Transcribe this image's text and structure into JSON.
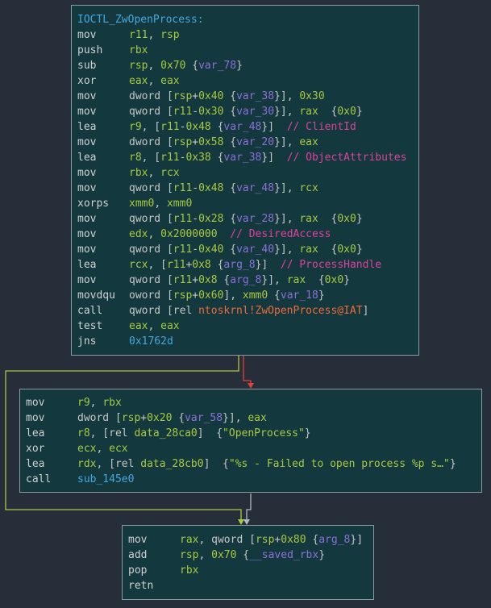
{
  "colors": {
    "background": "#262e3a",
    "block_fill": "#13393f",
    "block_border": "#8c9aa2",
    "edge_true": "#a9c941",
    "edge_false": "#e0403a",
    "edge_unconditional": "#b0b8bf"
  },
  "blocks": [
    {
      "id": "entry",
      "label": "IOCTL_ZwOpenProcess:",
      "lines": [
        {
          "m": "mov",
          "ops": [
            [
              "reg",
              "r11"
            ],
            [
              "kw",
              ", "
            ],
            [
              "reg",
              "rsp"
            ]
          ]
        },
        {
          "m": "push",
          "ops": [
            [
              "reg",
              "rbx"
            ]
          ]
        },
        {
          "m": "sub",
          "ops": [
            [
              "reg",
              "rsp"
            ],
            [
              "kw",
              ", "
            ],
            [
              "num",
              "0x70"
            ],
            [
              "kw",
              " "
            ],
            [
              "brace",
              "{"
            ],
            [
              "var",
              "var_78"
            ],
            [
              "brace",
              "}"
            ]
          ]
        },
        {
          "m": "xor",
          "ops": [
            [
              "reg",
              "eax"
            ],
            [
              "kw",
              ", "
            ],
            [
              "reg",
              "eax"
            ]
          ]
        },
        {
          "m": "mov",
          "ops": [
            [
              "kw",
              "dword ["
            ],
            [
              "reg",
              "rsp"
            ],
            [
              "kw",
              "+"
            ],
            [
              "num",
              "0x40"
            ],
            [
              "kw",
              " "
            ],
            [
              "brace",
              "{"
            ],
            [
              "var",
              "var_38"
            ],
            [
              "brace",
              "}"
            ],
            [
              "kw",
              "], "
            ],
            [
              "num",
              "0x30"
            ]
          ]
        },
        {
          "m": "mov",
          "ops": [
            [
              "kw",
              "qword ["
            ],
            [
              "reg",
              "r11"
            ],
            [
              "kw",
              "-"
            ],
            [
              "num",
              "0x30"
            ],
            [
              "kw",
              " "
            ],
            [
              "brace",
              "{"
            ],
            [
              "var",
              "var_30"
            ],
            [
              "brace",
              "}"
            ],
            [
              "kw",
              "], "
            ],
            [
              "reg",
              "rax"
            ],
            [
              "kw",
              "  "
            ],
            [
              "brace",
              "{"
            ],
            [
              "num",
              "0x0"
            ],
            [
              "brace",
              "}"
            ]
          ]
        },
        {
          "m": "lea",
          "ops": [
            [
              "reg",
              "r9"
            ],
            [
              "kw",
              ", ["
            ],
            [
              "reg",
              "r11"
            ],
            [
              "kw",
              "-"
            ],
            [
              "num",
              "0x48"
            ],
            [
              "kw",
              " "
            ],
            [
              "brace",
              "{"
            ],
            [
              "var",
              "var_48"
            ],
            [
              "brace",
              "}"
            ],
            [
              "kw",
              "]  "
            ],
            [
              "com",
              "// ClientId"
            ]
          ]
        },
        {
          "m": "mov",
          "ops": [
            [
              "kw",
              "dword ["
            ],
            [
              "reg",
              "rsp"
            ],
            [
              "kw",
              "+"
            ],
            [
              "num",
              "0x58"
            ],
            [
              "kw",
              " "
            ],
            [
              "brace",
              "{"
            ],
            [
              "var",
              "var_20"
            ],
            [
              "brace",
              "}"
            ],
            [
              "kw",
              "], "
            ],
            [
              "reg",
              "eax"
            ]
          ]
        },
        {
          "m": "lea",
          "ops": [
            [
              "reg",
              "r8"
            ],
            [
              "kw",
              ", ["
            ],
            [
              "reg",
              "r11"
            ],
            [
              "kw",
              "-"
            ],
            [
              "num",
              "0x38"
            ],
            [
              "kw",
              " "
            ],
            [
              "brace",
              "{"
            ],
            [
              "var",
              "var_38"
            ],
            [
              "brace",
              "}"
            ],
            [
              "kw",
              "]  "
            ],
            [
              "com",
              "// ObjectAttributes"
            ]
          ]
        },
        {
          "m": "mov",
          "ops": [
            [
              "reg",
              "rbx"
            ],
            [
              "kw",
              ", "
            ],
            [
              "reg",
              "rcx"
            ]
          ]
        },
        {
          "m": "mov",
          "ops": [
            [
              "kw",
              "qword ["
            ],
            [
              "reg",
              "r11"
            ],
            [
              "kw",
              "-"
            ],
            [
              "num",
              "0x48"
            ],
            [
              "kw",
              " "
            ],
            [
              "brace",
              "{"
            ],
            [
              "var",
              "var_48"
            ],
            [
              "brace",
              "}"
            ],
            [
              "kw",
              "], "
            ],
            [
              "reg",
              "rcx"
            ]
          ]
        },
        {
          "m": "xorps",
          "ops": [
            [
              "reg",
              "xmm0"
            ],
            [
              "kw",
              ", "
            ],
            [
              "reg",
              "xmm0"
            ]
          ]
        },
        {
          "m": "mov",
          "ops": [
            [
              "kw",
              "qword ["
            ],
            [
              "reg",
              "r11"
            ],
            [
              "kw",
              "-"
            ],
            [
              "num",
              "0x28"
            ],
            [
              "kw",
              " "
            ],
            [
              "brace",
              "{"
            ],
            [
              "var",
              "var_28"
            ],
            [
              "brace",
              "}"
            ],
            [
              "kw",
              "], "
            ],
            [
              "reg",
              "rax"
            ],
            [
              "kw",
              "  "
            ],
            [
              "brace",
              "{"
            ],
            [
              "num",
              "0x0"
            ],
            [
              "brace",
              "}"
            ]
          ]
        },
        {
          "m": "mov",
          "ops": [
            [
              "reg",
              "edx"
            ],
            [
              "kw",
              ", "
            ],
            [
              "num",
              "0x2000000"
            ],
            [
              "kw",
              "  "
            ],
            [
              "com",
              "// DesiredAccess"
            ]
          ]
        },
        {
          "m": "mov",
          "ops": [
            [
              "kw",
              "qword ["
            ],
            [
              "reg",
              "r11"
            ],
            [
              "kw",
              "-"
            ],
            [
              "num",
              "0x40"
            ],
            [
              "kw",
              " "
            ],
            [
              "brace",
              "{"
            ],
            [
              "var",
              "var_40"
            ],
            [
              "brace",
              "}"
            ],
            [
              "kw",
              "], "
            ],
            [
              "reg",
              "rax"
            ],
            [
              "kw",
              "  "
            ],
            [
              "brace",
              "{"
            ],
            [
              "num",
              "0x0"
            ],
            [
              "brace",
              "}"
            ]
          ]
        },
        {
          "m": "lea",
          "ops": [
            [
              "reg",
              "rcx"
            ],
            [
              "kw",
              ", ["
            ],
            [
              "reg",
              "r11"
            ],
            [
              "kw",
              "+"
            ],
            [
              "num",
              "0x8"
            ],
            [
              "kw",
              " "
            ],
            [
              "brace",
              "{"
            ],
            [
              "var",
              "arg_8"
            ],
            [
              "brace",
              "}"
            ],
            [
              "kw",
              "]  "
            ],
            [
              "com",
              "// ProcessHandle"
            ]
          ]
        },
        {
          "m": "mov",
          "ops": [
            [
              "kw",
              "qword ["
            ],
            [
              "reg",
              "r11"
            ],
            [
              "kw",
              "+"
            ],
            [
              "num",
              "0x8"
            ],
            [
              "kw",
              " "
            ],
            [
              "brace",
              "{"
            ],
            [
              "var",
              "arg_8"
            ],
            [
              "brace",
              "}"
            ],
            [
              "kw",
              "], "
            ],
            [
              "reg",
              "rax"
            ],
            [
              "kw",
              "  "
            ],
            [
              "brace",
              "{"
            ],
            [
              "num",
              "0x0"
            ],
            [
              "brace",
              "}"
            ]
          ]
        },
        {
          "m": "movdqu",
          "ops": [
            [
              "kw",
              "oword ["
            ],
            [
              "reg",
              "rsp"
            ],
            [
              "kw",
              "+"
            ],
            [
              "num",
              "0x60"
            ],
            [
              "kw",
              "], "
            ],
            [
              "reg",
              "xmm0"
            ],
            [
              "kw",
              " "
            ],
            [
              "brace",
              "{"
            ],
            [
              "var",
              "var_18"
            ],
            [
              "brace",
              "}"
            ]
          ]
        },
        {
          "m": "call",
          "ops": [
            [
              "kw",
              "qword [rel "
            ],
            [
              "imp",
              "ntoskrnl!ZwOpenProcess@IAT"
            ],
            [
              "kw",
              "]"
            ]
          ]
        },
        {
          "m": "test",
          "ops": [
            [
              "reg",
              "eax"
            ],
            [
              "kw",
              ", "
            ],
            [
              "reg",
              "eax"
            ]
          ]
        },
        {
          "m": "jns",
          "ops": [
            [
              "sub",
              "0x1762d"
            ]
          ]
        }
      ]
    },
    {
      "id": "fail",
      "label": "",
      "lines": [
        {
          "m": "mov",
          "ops": [
            [
              "reg",
              "r9"
            ],
            [
              "kw",
              ", "
            ],
            [
              "reg",
              "rbx"
            ]
          ]
        },
        {
          "m": "mov",
          "ops": [
            [
              "kw",
              "dword ["
            ],
            [
              "reg",
              "rsp"
            ],
            [
              "kw",
              "+"
            ],
            [
              "num",
              "0x20"
            ],
            [
              "kw",
              " "
            ],
            [
              "brace",
              "{"
            ],
            [
              "var",
              "var_58"
            ],
            [
              "brace",
              "}"
            ],
            [
              "kw",
              "], "
            ],
            [
              "reg",
              "eax"
            ]
          ]
        },
        {
          "m": "lea",
          "ops": [
            [
              "reg",
              "r8"
            ],
            [
              "kw",
              ", [rel "
            ],
            [
              "dat",
              "data_28ca0"
            ],
            [
              "kw",
              "]  "
            ],
            [
              "brace",
              "{"
            ],
            [
              "str",
              "\"OpenProcess\""
            ],
            [
              "brace",
              "}"
            ]
          ]
        },
        {
          "m": "xor",
          "ops": [
            [
              "reg",
              "ecx"
            ],
            [
              "kw",
              ", "
            ],
            [
              "reg",
              "ecx"
            ]
          ]
        },
        {
          "m": "lea",
          "ops": [
            [
              "reg",
              "rdx"
            ],
            [
              "kw",
              ", [rel "
            ],
            [
              "dat",
              "data_28cb0"
            ],
            [
              "kw",
              "]  "
            ],
            [
              "brace",
              "{"
            ],
            [
              "str",
              "\"%s - Failed to open process %p s…\""
            ],
            [
              "brace",
              "}"
            ]
          ]
        },
        {
          "m": "call",
          "ops": [
            [
              "sub",
              "sub_145e0"
            ]
          ]
        }
      ]
    },
    {
      "id": "exit",
      "label": "",
      "lines": [
        {
          "m": "mov",
          "ops": [
            [
              "reg",
              "rax"
            ],
            [
              "kw",
              ", qword ["
            ],
            [
              "reg",
              "rsp"
            ],
            [
              "kw",
              "+"
            ],
            [
              "num",
              "0x80"
            ],
            [
              "kw",
              " "
            ],
            [
              "brace",
              "{"
            ],
            [
              "var",
              "arg_8"
            ],
            [
              "brace",
              "}"
            ],
            [
              "kw",
              "]"
            ]
          ]
        },
        {
          "m": "add",
          "ops": [
            [
              "reg",
              "rsp"
            ],
            [
              "kw",
              ", "
            ],
            [
              "num",
              "0x70"
            ],
            [
              "kw",
              " "
            ],
            [
              "brace",
              "{"
            ],
            [
              "var",
              "__saved_rbx"
            ],
            [
              "brace",
              "}"
            ]
          ]
        },
        {
          "m": "pop",
          "ops": [
            [
              "reg",
              "rbx"
            ]
          ]
        },
        {
          "m": "retn",
          "ops": []
        }
      ]
    }
  ]
}
